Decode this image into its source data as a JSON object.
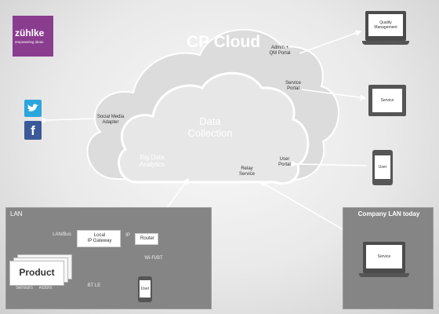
{
  "logo": {
    "name": "zühlke",
    "tagline": "empowering ideas",
    "color": "#8a3c8f"
  },
  "cloud": {
    "title": "CP Cloud",
    "inner_title": "Data\nCollection",
    "labels": {
      "social": "Social Media\nAdapter",
      "admin": "Admin +\nQM Portal",
      "service": "Service\nPortal",
      "bigdata": "Big Data\nAnalytics",
      "user": "User\nPortal",
      "relay": "Relay\nService"
    }
  },
  "devices": {
    "quality": "Quality\nManagement",
    "service_tablet": "Service",
    "user_phone": "User",
    "company_laptop": "Service"
  },
  "social_icons": {
    "twitter": "twitter-icon",
    "facebook": "facebook-icon",
    "twitter_color": "#2aa6dc",
    "facebook_color": "#3b5998"
  },
  "lan": {
    "title": "LAN",
    "gateway": "Local\nIP Gateway",
    "router": "Router",
    "product": "Product",
    "labels": {
      "lan_bus": "LAN/Bus",
      "ip": "IP",
      "wifi": "Wi-Fi/BT",
      "sensors": "Sensors",
      "actors": "Actors",
      "bt_le": "BT LE",
      "user": "User"
    }
  },
  "company_lan": {
    "title": "Company LAN today"
  },
  "colors": {
    "panel": "#858585",
    "accent": "#8a3c8f",
    "cloud_fill": "#dedede",
    "cloud_inner": "#e8e8e8"
  }
}
